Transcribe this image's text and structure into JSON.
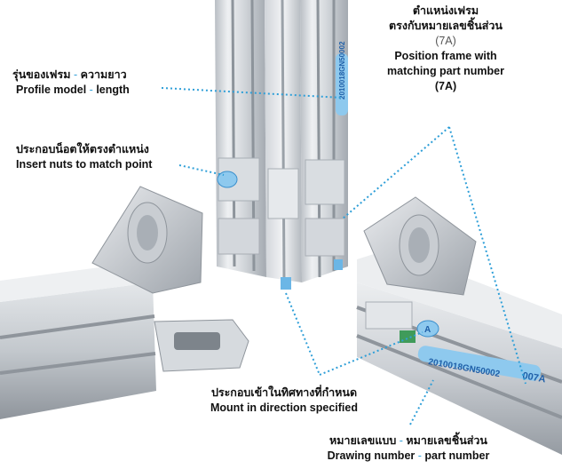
{
  "callouts": {
    "profile_model": {
      "thai_a": "รุ่นของเฟรม",
      "thai_b": "ความยาว",
      "en_a": "Profile model",
      "en_b": "length",
      "sep": "-"
    },
    "insert_nuts": {
      "thai": "ประกอบน็อตให้ตรงตำแหน่ง",
      "en": "Insert nuts to match point"
    },
    "position_frame": {
      "thai_1": "ตำแหน่งเฟรม",
      "thai_2": "ตรงกับหมายเลขชิ้นส่วน",
      "code_paren": "(7A)",
      "en_1": "Position frame with",
      "en_2": "matching part number",
      "code_bold": "(7A)"
    },
    "mount_direction": {
      "thai": "ประกอบเข้าในทิศทางที่กำหนด",
      "en": "Mount in direction specified"
    },
    "drawing_number": {
      "thai_a": "หมายเลขแบบ",
      "thai_b": "หมายเลขชิ้นส่วน",
      "en_a": "Drawing number",
      "en_b": "part number",
      "sep": "-"
    }
  },
  "part_markings": {
    "vertical_label": "2010018GN50002",
    "front_label": "2010018GN50002",
    "part_tag": "007A",
    "letter_tag": "A"
  },
  "colors": {
    "leader_line": "#2f9fd8",
    "tag_fill": "#8ec9ee",
    "aluminium_light": "#dfe2e6",
    "aluminium_dark": "#9aa0a7"
  }
}
